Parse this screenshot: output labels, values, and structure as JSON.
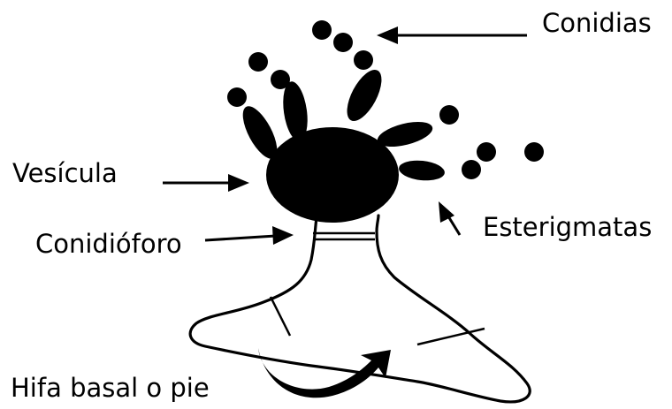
{
  "labels": {
    "conidias": "Conidias",
    "vesicula": "Vesícula",
    "conidioforo": "Conidióforo",
    "esterigmatas": "Esterigmatas",
    "hifa": "Hifa basal o pie"
  },
  "colors": {
    "ink": "#000000",
    "background": "#ffffff"
  }
}
